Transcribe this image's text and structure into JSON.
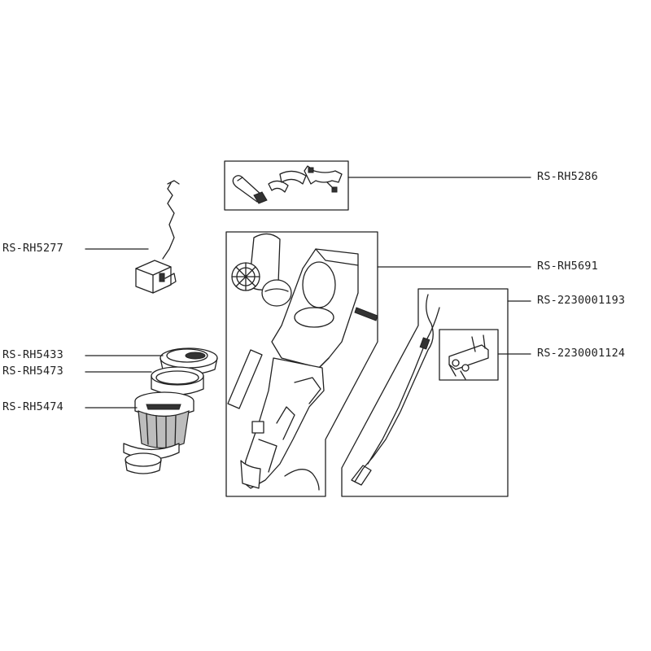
{
  "parts": {
    "rh5277": "RS-RH5277",
    "rh5433": "RS-RH5433",
    "rh5473": "RS-RH5473",
    "rh5474": "RS-RH5474",
    "rh5286": "RS-RH5286",
    "rh5691": "RS-RH5691",
    "p2230001193": "RS-2230001193",
    "p2230001124": "RS-2230001124"
  },
  "colors": {
    "line": "#222222",
    "shade": "#bdbdbd",
    "background": "#ffffff"
  }
}
